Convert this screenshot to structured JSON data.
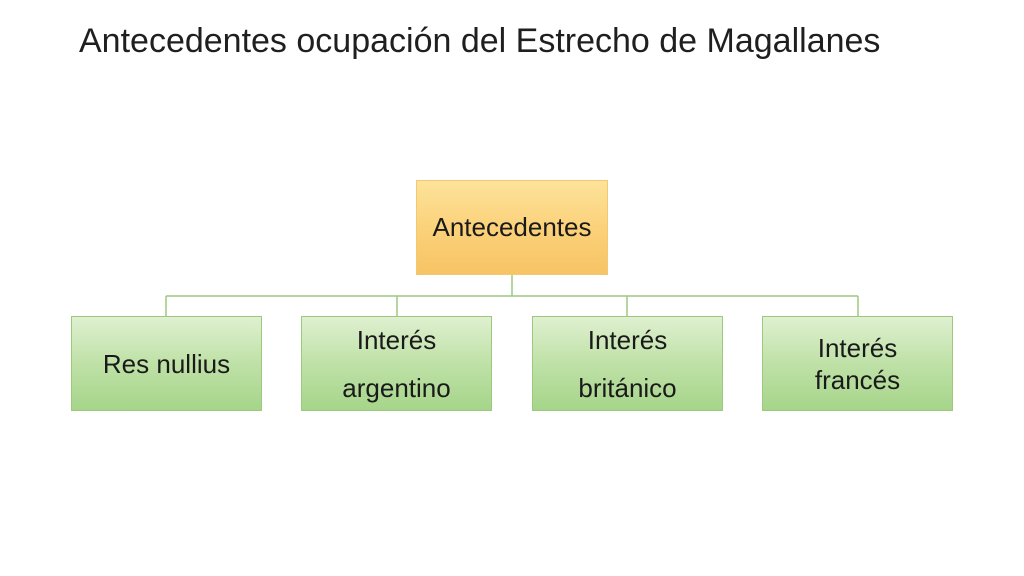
{
  "slide": {
    "title": "Antecedentes ocupación del Estrecho de Magallanes"
  },
  "diagram": {
    "root": {
      "label": "Antecedentes"
    },
    "children": [
      {
        "lines": [
          "Res nullius"
        ]
      },
      {
        "lines": [
          "Interés",
          "argentino"
        ]
      },
      {
        "lines": [
          "Interés",
          "británico"
        ]
      },
      {
        "lines": [
          "Interés",
          "francés"
        ]
      }
    ]
  },
  "colors": {
    "root_fill": "#fbd078",
    "child_fill": "#bfe1a7",
    "connector": "#9cc97e",
    "text": "#1a1a1a"
  }
}
